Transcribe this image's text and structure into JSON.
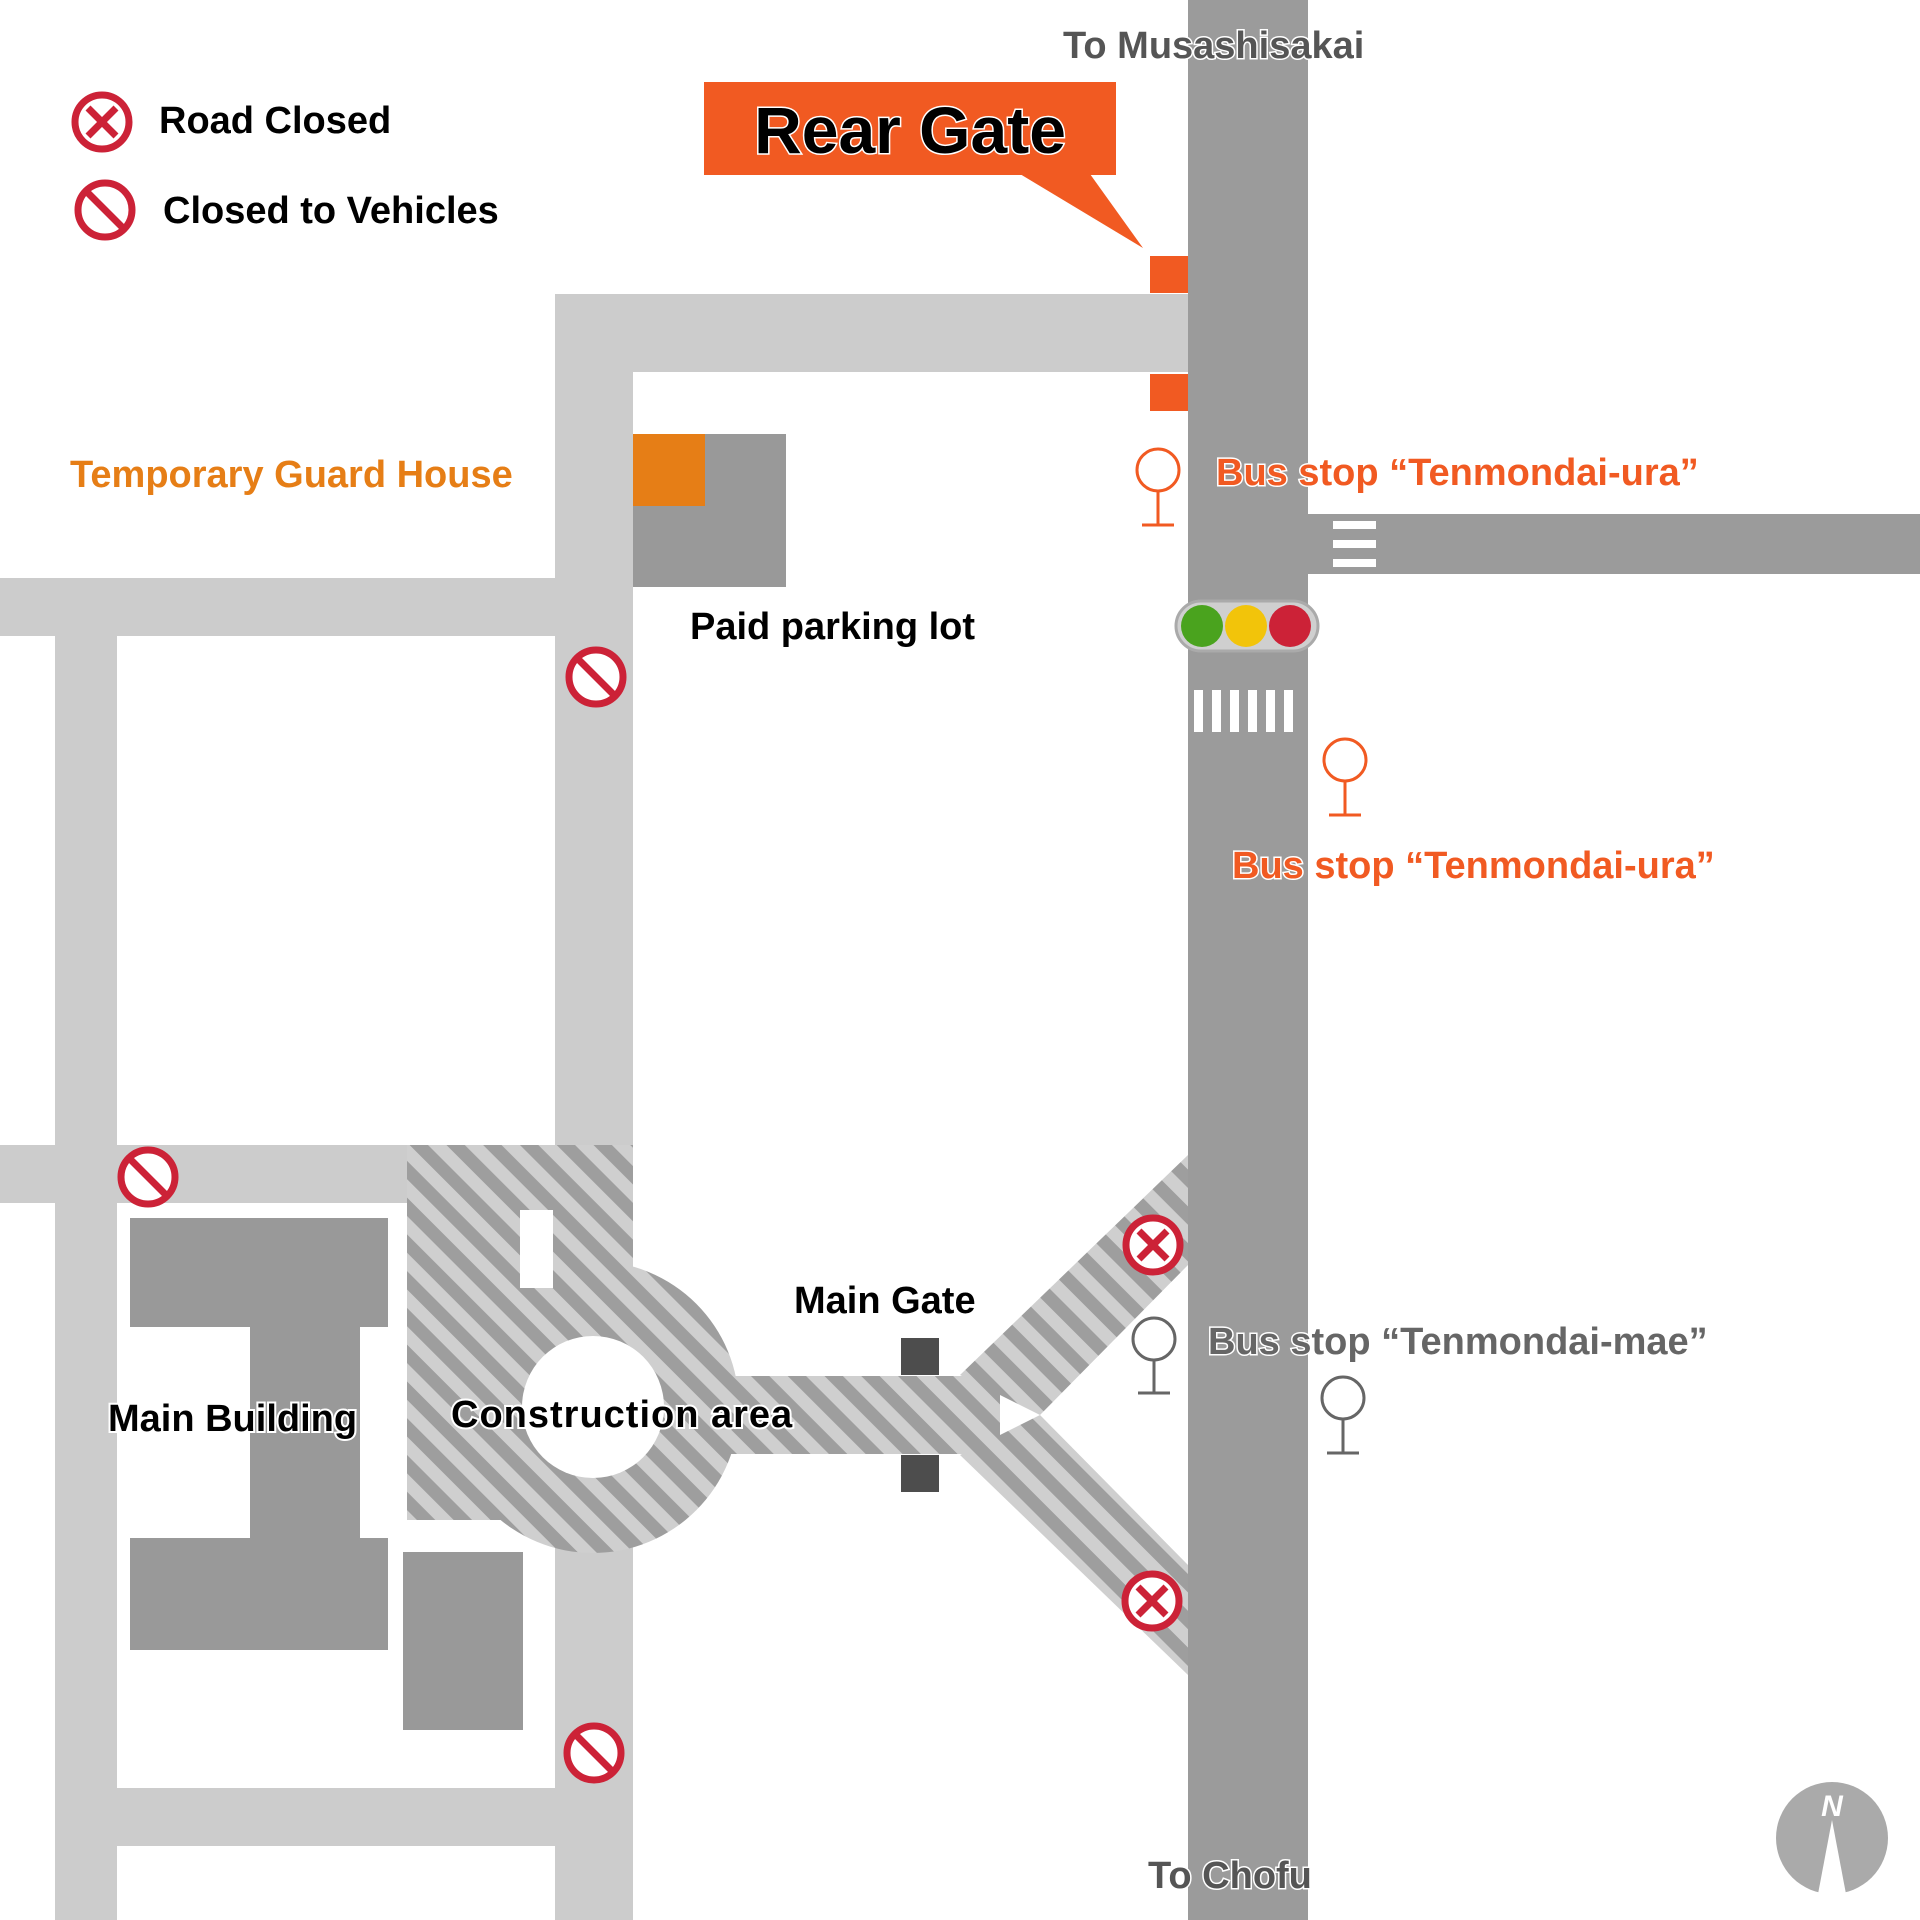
{
  "legend": {
    "road_closed": "Road Closed",
    "closed_to_vehicles": "Closed to Vehicles"
  },
  "directions": {
    "north": "To Musashisakai",
    "south": "To Chofu"
  },
  "labels": {
    "rear_gate": "Rear Gate",
    "guard_house": "Temporary Guard House",
    "parking": "Paid parking lot",
    "main_gate": "Main Gate",
    "main_building": "Main Building",
    "construction": "Construction area",
    "bus_stop_north": "Bus stop “Tenmondai-ura”",
    "bus_stop_middle": "Bus stop “Tenmondai-ura”",
    "bus_stop_south": "Bus stop “Tenmondai-mae”"
  },
  "compass": {
    "letter": "N"
  },
  "colors": {
    "main_road": "#9b9b9b",
    "side_road": "#cccccc",
    "building": "#999999",
    "accent_orange": "#f15a22",
    "guard_orange": "#e67e16",
    "closed_red": "#cc2237",
    "signal_green": "#4aa31e",
    "signal_yellow": "#f2c40a",
    "signal_red": "#cc2237",
    "gate_post": "#4d4d4d"
  },
  "icons": {
    "road_closed": "circle-x-icon",
    "closed_to_vehicles": "no-entry-icon",
    "bus_stop": "bus-stop-icon",
    "traffic_light": "traffic-light-icon",
    "compass": "north-arrow-icon"
  }
}
